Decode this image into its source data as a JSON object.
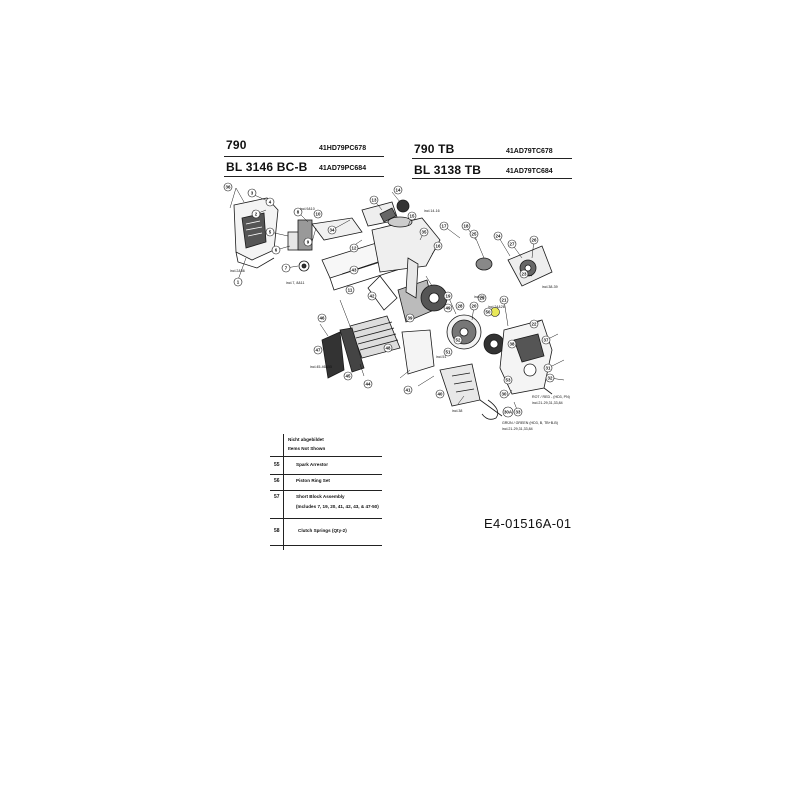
{
  "header": {
    "left": [
      {
        "model": "790",
        "code": "41HD79PC678"
      },
      {
        "model": "BL 3146 BC-B",
        "code": "41AD79PC684"
      }
    ],
    "right": [
      {
        "model": "790 TB",
        "code": "41AD79TC678"
      },
      {
        "model": "BL 3138 TB",
        "code": "41AD79TC684"
      }
    ]
  },
  "callouts": [
    {
      "n": "36"
    },
    {
      "n": "3"
    },
    {
      "n": "2"
    },
    {
      "n": "4"
    },
    {
      "n": "5"
    },
    {
      "n": "6"
    },
    {
      "n": "7"
    },
    {
      "n": "8"
    },
    {
      "n": "9"
    },
    {
      "n": "10"
    },
    {
      "n": "11"
    },
    {
      "n": "12"
    },
    {
      "n": "13"
    },
    {
      "n": "14"
    },
    {
      "n": "15"
    },
    {
      "n": "16"
    },
    {
      "n": "17"
    },
    {
      "n": "18"
    },
    {
      "n": "19"
    },
    {
      "n": "20"
    },
    {
      "n": "21"
    },
    {
      "n": "22"
    },
    {
      "n": "23"
    },
    {
      "n": "24"
    },
    {
      "n": "25"
    },
    {
      "n": "26"
    },
    {
      "n": "27"
    },
    {
      "n": "28"
    },
    {
      "n": "29"
    },
    {
      "n": "30"
    },
    {
      "n": "31"
    },
    {
      "n": "32"
    },
    {
      "n": "33"
    },
    {
      "n": "34"
    },
    {
      "n": "35"
    },
    {
      "n": "37"
    },
    {
      "n": "38"
    },
    {
      "n": "39"
    },
    {
      "n": "40"
    },
    {
      "n": "41"
    },
    {
      "n": "42"
    },
    {
      "n": "43"
    },
    {
      "n": "44"
    },
    {
      "n": "45"
    },
    {
      "n": "46"
    },
    {
      "n": "47"
    },
    {
      "n": "48"
    },
    {
      "n": "49"
    },
    {
      "n": "50"
    },
    {
      "n": "51"
    },
    {
      "n": "52"
    },
    {
      "n": "53"
    },
    {
      "n": "1"
    },
    {
      "n": "30A"
    }
  ],
  "part_notes": [
    {
      "text": "incl.2&36"
    },
    {
      "text": "incl.7, 8&11"
    },
    {
      "text": "incl.9&10"
    },
    {
      "text": "incl.14-16"
    },
    {
      "text": "incl.29"
    },
    {
      "text": "incl.24&26"
    },
    {
      "text": "incl.38-39"
    },
    {
      "text": "incl.45-46&55"
    },
    {
      "text": "incl.51"
    },
    {
      "text": "incl.38"
    },
    {
      "text": "ROT / RED - (HD3, PN)"
    },
    {
      "text": "incl.21-29,31,33,84"
    },
    {
      "text": "GRÜN / GREEN (HD3, B, TB+B-B)"
    },
    {
      "text": "incl.21-29,31,33,84"
    }
  ],
  "table": {
    "header_title": "Nicht abgebildet",
    "header_subtitle": "Items Not Shown",
    "rows": [
      {
        "num": "55",
        "lines": [
          "Spark Arrestor"
        ]
      },
      {
        "num": "56",
        "lines": [
          "Piston Ring Set"
        ]
      },
      {
        "num": "57",
        "lines": [
          "Short Block Assembly",
          "(Includes 7, 19, 20, 41, 42, 43, & 47-50)"
        ]
      },
      {
        "num": "58",
        "lines": [
          "Clutch Springs (Qty-2)"
        ]
      }
    ]
  },
  "doc_id": "E4-01516A-01",
  "colors": {
    "ink": "#1a1a1a",
    "highlight": "#e8e85a",
    "paper": "#ffffff"
  }
}
